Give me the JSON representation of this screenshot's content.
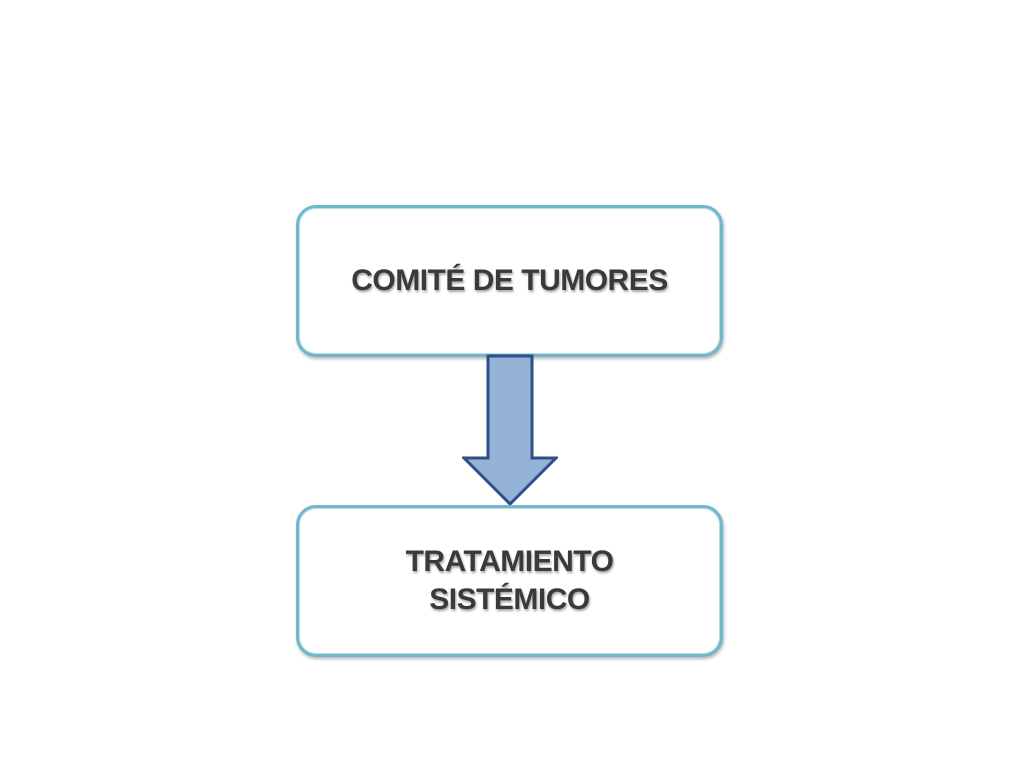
{
  "diagram": {
    "top_box": {
      "label": "COMITÉ DE TUMORES"
    },
    "bottom_box": {
      "line1": "TRATAMIENTO",
      "line2": "SISTÉMICO"
    },
    "arrow": {
      "direction": "down",
      "fill": "#95b3d7",
      "stroke": "#2e4f8a"
    },
    "colors": {
      "box_border": "#6fb8cc",
      "text": "#3a3a3a",
      "background": "#ffffff"
    }
  }
}
